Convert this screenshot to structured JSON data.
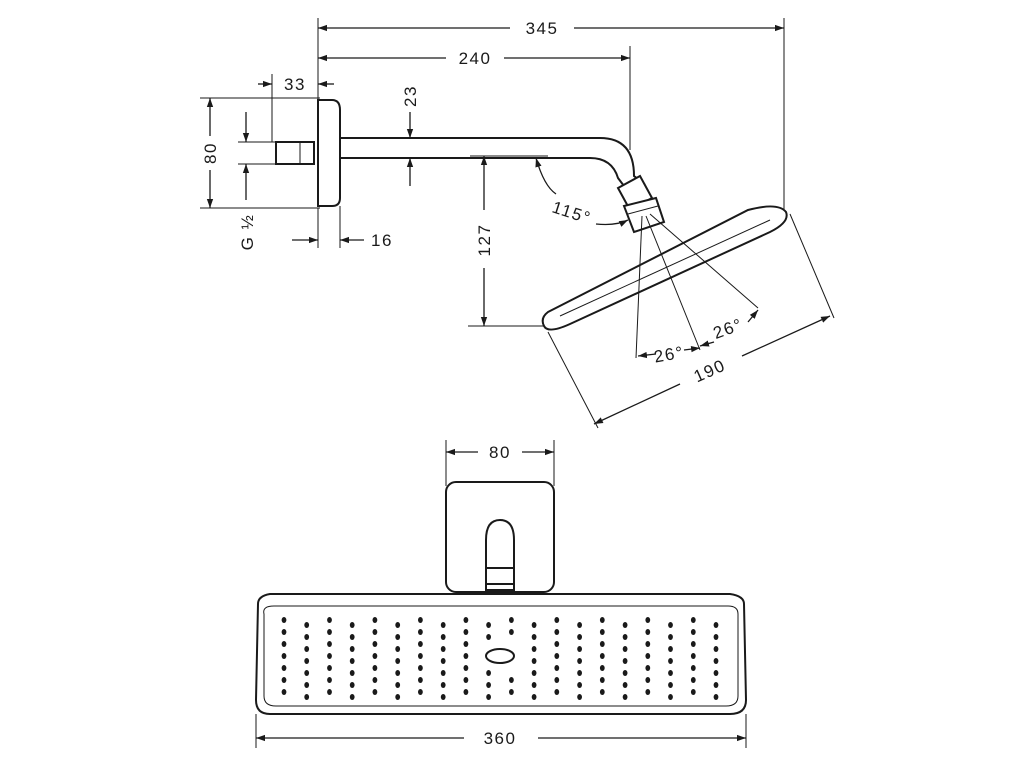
{
  "dimensions": {
    "overall_width": "345",
    "arm_length": "240",
    "flange_depth": "33",
    "flange_thickness": "16",
    "flange_height": "80",
    "arm_thickness": "23",
    "head_drop": "127",
    "joint_angle": "115°",
    "tilt_left": "26°",
    "tilt_right": "26°",
    "head_depth": "190",
    "mount_width": "80",
    "head_width": "360"
  },
  "labels": {
    "thread": "G ½"
  }
}
